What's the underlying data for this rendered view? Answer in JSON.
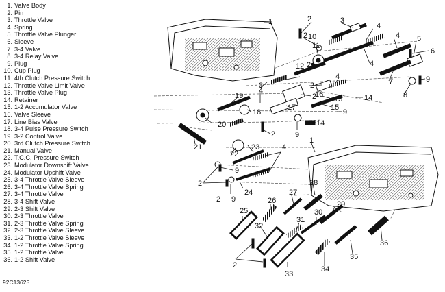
{
  "legend": [
    {
      "num": "1.",
      "label": "Valve Body"
    },
    {
      "num": "2.",
      "label": "Pin"
    },
    {
      "num": "3.",
      "label": "Throttle Valve"
    },
    {
      "num": "4.",
      "label": "Spring"
    },
    {
      "num": "5.",
      "label": "Throttle Valve Plunger"
    },
    {
      "num": "6.",
      "label": "Sleeve"
    },
    {
      "num": "7.",
      "label": "3-4 Valve"
    },
    {
      "num": "8.",
      "label": "3-4 Relay Valve"
    },
    {
      "num": "9.",
      "label": "Plug"
    },
    {
      "num": "10.",
      "label": "Cup Plug"
    },
    {
      "num": "11.",
      "label": "4th Clutch Pressure Switch"
    },
    {
      "num": "12.",
      "label": "Throttle Valve Limit Valve"
    },
    {
      "num": "13.",
      "label": "Throttle Valve Plug"
    },
    {
      "num": "14.",
      "label": "Retainer"
    },
    {
      "num": "15.",
      "label": "1-2 Accumulator Valve"
    },
    {
      "num": "16.",
      "label": "Valve Sleeve"
    },
    {
      "num": "17.",
      "label": "Line Bias Valve"
    },
    {
      "num": "18.",
      "label": "3-4 Pulse Pressure Switch"
    },
    {
      "num": "19.",
      "label": "3-2 Control Valve"
    },
    {
      "num": "20.",
      "label": "3rd Clutch Pressure Switch"
    },
    {
      "num": "21.",
      "label": "Manual Valve"
    },
    {
      "num": "22.",
      "label": "T.C.C. Pressure Switch"
    },
    {
      "num": "23.",
      "label": "Modulator Downshift Valve"
    },
    {
      "num": "24.",
      "label": "Modulator Upshift Valve"
    },
    {
      "num": "25.",
      "label": "3-4 Throttle Valve Sleeve"
    },
    {
      "num": "26.",
      "label": "3-4 Throttle Valve Spring"
    },
    {
      "num": "27.",
      "label": "3-4 Throttle Valve"
    },
    {
      "num": "28.",
      "label": "3-4 Shift Valve"
    },
    {
      "num": "29.",
      "label": "2-3 Shift Valve"
    },
    {
      "num": "30.",
      "label": "2-3 Throttle Valve"
    },
    {
      "num": "31.",
      "label": "2-3 Throttle Valve Spring"
    },
    {
      "num": "32.",
      "label": "2-3 Throttle Valve Sleeve"
    },
    {
      "num": "33.",
      "label": "1-2 Throttle Valve Sleeve"
    },
    {
      "num": "34.",
      "label": "1-2 Throttle Valve Spring"
    },
    {
      "num": "35.",
      "label": "1-2 Throttle Valve"
    },
    {
      "num": "36.",
      "label": "1-2 Shift Valve"
    }
  ],
  "figure_code": "92C13625",
  "callouts": [
    "1",
    "2",
    "3",
    "4",
    "4",
    "5",
    "6",
    "2",
    "10",
    "11",
    "4",
    "7",
    "8",
    "9",
    "2",
    "12",
    "2",
    "3",
    "4",
    "2",
    "13",
    "14",
    "19",
    "18",
    "4",
    "16",
    "15",
    "17",
    "9",
    "20",
    "9",
    "14",
    "21",
    "2",
    "1",
    "22",
    "23",
    "4",
    "9",
    "2",
    "2",
    "24",
    "9",
    "28",
    "27",
    "26",
    "29",
    "25",
    "30",
    "32",
    "31",
    "36",
    "35",
    "2",
    "34",
    "33"
  ]
}
